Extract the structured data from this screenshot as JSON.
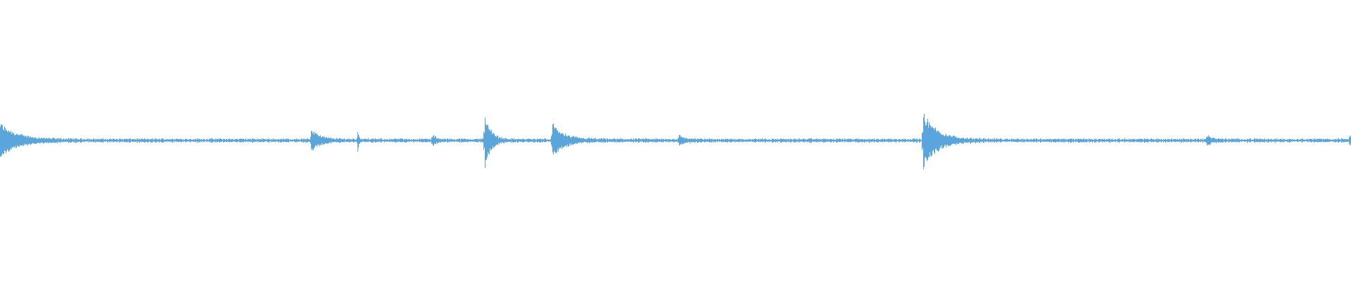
{
  "waveform": {
    "color": "#5aa6dc",
    "baseline_amplitude": 0.012,
    "transients": [
      {
        "t": 0.0,
        "peak": 0.12,
        "decay": 0.012
      },
      {
        "t": 0.23,
        "peak": 0.08,
        "decay": 0.006
      },
      {
        "t": 0.2645,
        "peak": 0.07,
        "decay": 0.001
      },
      {
        "t": 0.32,
        "peak": 0.04,
        "decay": 0.002
      },
      {
        "t": 0.3585,
        "peak": 0.22,
        "decay": 0.004
      },
      {
        "t": 0.4085,
        "peak": 0.12,
        "decay": 0.008
      },
      {
        "t": 0.5025,
        "peak": 0.03,
        "decay": 0.004
      },
      {
        "t": 0.683,
        "peak": 0.2,
        "decay": 0.01
      },
      {
        "t": 0.893,
        "peak": 0.03,
        "decay": 0.004
      },
      {
        "t": 0.999,
        "peak": 0.06,
        "decay": 0.002
      }
    ]
  }
}
